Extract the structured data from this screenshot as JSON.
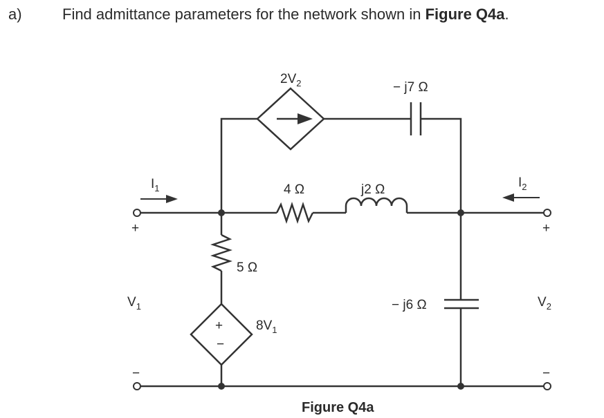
{
  "question": {
    "label": "a)",
    "text": "Find admittance parameters for the network shown in ",
    "figure_ref": "Figure Q4a",
    "end": "."
  },
  "figure": {
    "caption": "Figure Q4a",
    "components": {
      "dependent_current_source": {
        "coef": "2V",
        "sub": "2"
      },
      "top_capacitor": "− j7 Ω",
      "series_resistor": "4 Ω",
      "series_inductor": "j2 Ω",
      "shunt_resistor": "5 Ω",
      "dependent_voltage_source": {
        "coef": "8V",
        "sub": "1"
      },
      "shunt_capacitor": "− j6 Ω"
    },
    "port1": {
      "current": "I",
      "current_sub": "1",
      "voltage": "V",
      "voltage_sub": "1",
      "plus": "+",
      "minus": "−"
    },
    "port2": {
      "current": "I",
      "current_sub": "2",
      "voltage": "V",
      "voltage_sub": "2",
      "plus": "+",
      "minus": "−"
    },
    "source_plus": "+",
    "source_minus": "−"
  }
}
